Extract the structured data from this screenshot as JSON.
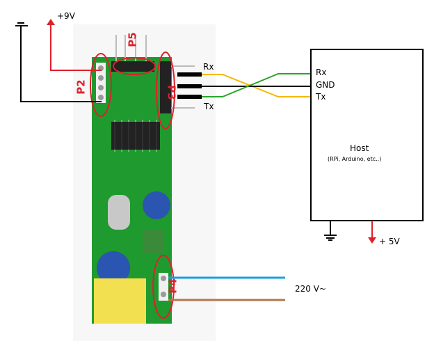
{
  "power": {
    "vin_label": "+9V",
    "vcc_label": "+ 5V",
    "mains_label": "220 V~"
  },
  "connectors": {
    "p2": "P2",
    "p3": "P3",
    "p4": "P4",
    "p5": "P5"
  },
  "board_pins": {
    "rx": "Rx",
    "tx": "Tx"
  },
  "host": {
    "title": "Host",
    "subtitle": "(RPi, Arduino, etc..)",
    "pins": [
      "Rx",
      "GND",
      "Tx"
    ]
  },
  "colors": {
    "board": "#1e9a2e",
    "highlight": "#e0202a",
    "wire_yellow": "#f5b800",
    "wire_green": "#2aa52a",
    "wire_blue": "#1aa0e0",
    "wire_brown": "#b07850"
  }
}
